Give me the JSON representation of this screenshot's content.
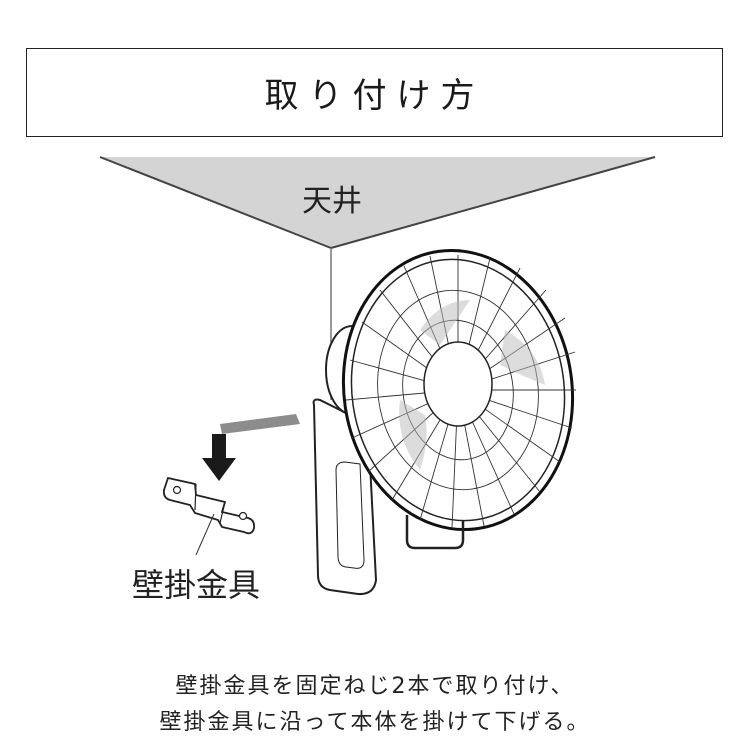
{
  "title": "取り付け方",
  "diagram": {
    "ceiling_label": "天井",
    "bracket_label": "壁掛金具",
    "icons": [
      "ceiling-wall-corner",
      "wall-fan",
      "wall-bracket",
      "down-arrow-icon"
    ],
    "colors": {
      "ceiling_fill": "#d4d4d4",
      "stroke": "#333333",
      "arrow": "#1a1a1a",
      "guide_band": "#8c8c8c"
    }
  },
  "caption": {
    "line1": "壁掛金具を固定ねじ2本で取り付け、",
    "line2": "壁掛金具に沿って本体を掛けて下げる。"
  }
}
